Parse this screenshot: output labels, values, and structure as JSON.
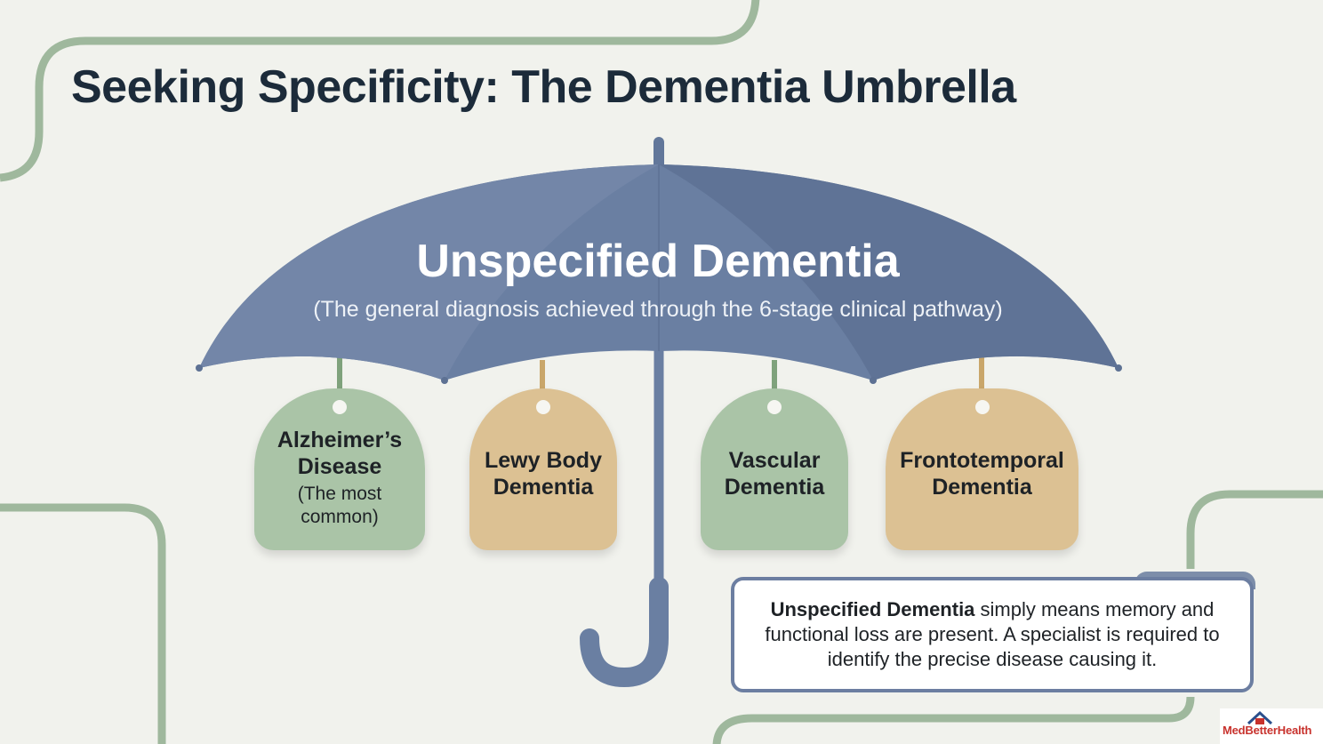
{
  "title": "Seeking Specificity: The Dementia Umbrella",
  "umbrella": {
    "title": "Unspecified Dementia",
    "subtitle": "(The general diagnosis achieved through the 6-stage clinical pathway)"
  },
  "tags": [
    {
      "name_line1": "Alzheimer’s",
      "name_line2": "Disease",
      "note_line1": "(The most",
      "note_line2": "common)",
      "color": "green"
    },
    {
      "name_line1": "Lewy Body",
      "name_line2": "Dementia",
      "color": "tan"
    },
    {
      "name_line1": "Vascular",
      "name_line2": "Dementia",
      "color": "green"
    },
    {
      "name_line1": "Frontotemporal",
      "name_line2": "Dementia",
      "color": "tan"
    }
  ],
  "info": {
    "bold": "Unspecified Dementia",
    "text": " simply means memory and functional loss are present. A specialist is required to identify the precise disease causing it."
  },
  "logo": {
    "text": "MedBetterHealth"
  },
  "colors": {
    "background": "#f1f2ed",
    "title": "#1c2b3a",
    "canopy": "#6a7fa2",
    "canopy_dark": "#5d7193",
    "green_tag": "#aac4a7",
    "tan_tag": "#dcc193",
    "frame_line": "#9fb89d",
    "logo": "#c8322d"
  },
  "icons": {
    "logo": "house-icon"
  }
}
